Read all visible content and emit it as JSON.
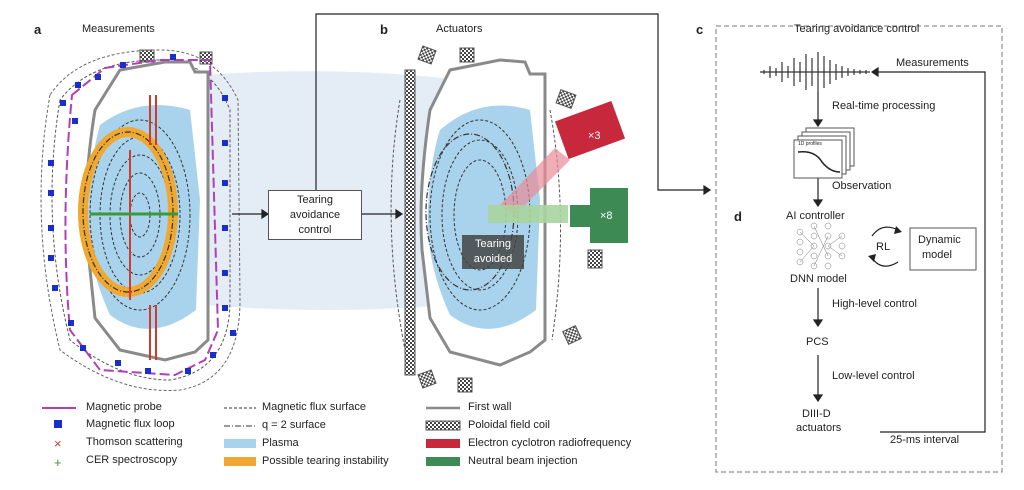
{
  "panels": {
    "a": {
      "letter": "a",
      "title": "Measurements"
    },
    "b": {
      "letter": "b",
      "title": "Actuators"
    },
    "c": {
      "letter": "c",
      "title": "Tearing avoidance control"
    },
    "d": {
      "letter": "d"
    }
  },
  "center_box": {
    "line1": "Tearing",
    "line2": "avoidance",
    "line3": "control"
  },
  "actuators": {
    "ecrf_count": "×3",
    "nbi_count": "×8",
    "tearing_line1": "Tearing",
    "tearing_line2": "avoided"
  },
  "flow": {
    "measurements": "Measurements",
    "realtime": "Real-time processing",
    "profiles_tag": "1D profiles",
    "observation": "Observation",
    "ai_controller": "AI controller",
    "rl": "RL",
    "dynamic_model_1": "Dynamic",
    "dynamic_model_2": "model",
    "dnn_model": "DNN model",
    "high_level": "High-level control",
    "pcs": "PCS",
    "low_level": "Low-level control",
    "actuators_1": "DIII-D",
    "actuators_2": "actuators",
    "interval": "25-ms interval"
  },
  "legend": [
    {
      "key": "magnetic-probe",
      "label": "Magnetic probe"
    },
    {
      "key": "magnetic-flux-loop",
      "label": "Magnetic flux loop"
    },
    {
      "key": "thomson-scattering",
      "label": "Thomson scattering"
    },
    {
      "key": "cer-spectroscopy",
      "label": "CER spectroscopy"
    },
    {
      "key": "magnetic-flux-surface",
      "label": "Magnetic flux surface"
    },
    {
      "key": "q2-surface",
      "label": "q = 2 surface"
    },
    {
      "key": "plasma",
      "label": "Plasma"
    },
    {
      "key": "tearing-instability",
      "label": "Possible tearing instability"
    },
    {
      "key": "first-wall",
      "label": "First wall"
    },
    {
      "key": "poloidal-field-coil",
      "label": "Poloidal field coil"
    },
    {
      "key": "ecrf",
      "label": "Electron cyclotron radiofrequency"
    },
    {
      "key": "nbi",
      "label": "Neutral beam injection"
    }
  ],
  "colors": {
    "plasma": "#a9d3ec",
    "tearing": "#f0a830",
    "probe": "#b03fb8",
    "flux_loop": "#1a2fc9",
    "thomson": "#d23a2a",
    "cer": "#3a9a3a",
    "ecrf": "#c8283c",
    "nbi": "#3e8a55",
    "wall": "#8a8a8a"
  }
}
